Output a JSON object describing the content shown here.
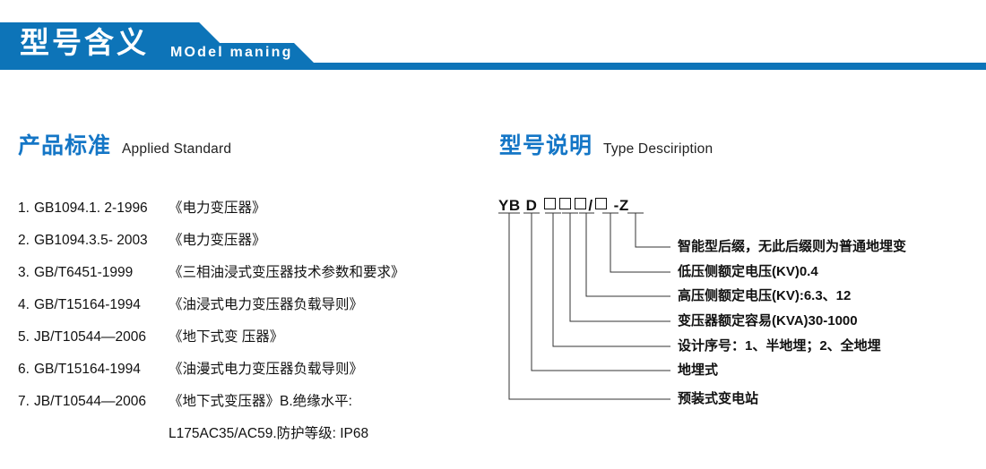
{
  "banner": {
    "title": "型号含义",
    "subtitle": "MOdel maning",
    "color": "#0d74b8"
  },
  "sections": {
    "left": {
      "cn": "产品标准",
      "en": "Applied Standard"
    },
    "right": {
      "cn": "型号说明",
      "en": "Type Desciription"
    }
  },
  "standards": [
    {
      "index": "1.",
      "code": "GB1094.1. 2-1996",
      "name": "《电力变压器》"
    },
    {
      "index": "2.",
      "code": "GB1094.3.5- 2003",
      "name": "《电力变压器》"
    },
    {
      "index": "3.",
      "code": "GB/T6451-1999",
      "name": "《三相油浸式变压器技术参数和要求》"
    },
    {
      "index": "4.",
      "code": "GB/T15164-1994",
      "name": "《油浸式电力变压器负载导则》"
    },
    {
      "index": "5.",
      "code": "JB/T10544—2006",
      "name": "《地下式变 压器》"
    },
    {
      "index": "6.",
      "code": "GB/T15164-1994",
      "name": "《油漫式电力变压器负载导则》"
    },
    {
      "index": "7.",
      "code": "JB/T10544—2006",
      "name": "《地下式变压器》B.绝缘水平:"
    }
  ],
  "standards_continuation": "L175AC35/AC59.防护等级: IP68",
  "model_code": {
    "segments": [
      "YB",
      "D",
      "□",
      "□",
      "□",
      "/",
      "□",
      "-",
      "Z"
    ],
    "display": "YB D □□□/□ - Z"
  },
  "annotations": [
    {
      "text": "智能型后缀，无此后缀则为普通地埋变"
    },
    {
      "text": "低压侧额定电压(KV)0.4"
    },
    {
      "text": "高压侧额定电压(KV):6.3、12"
    },
    {
      "text": "变压器额定容易(KVA)30-1000"
    },
    {
      "text": "设计序号：1、半地埋；2、全地埋"
    },
    {
      "text": "地埋式"
    },
    {
      "text": "预装式变电站"
    }
  ]
}
